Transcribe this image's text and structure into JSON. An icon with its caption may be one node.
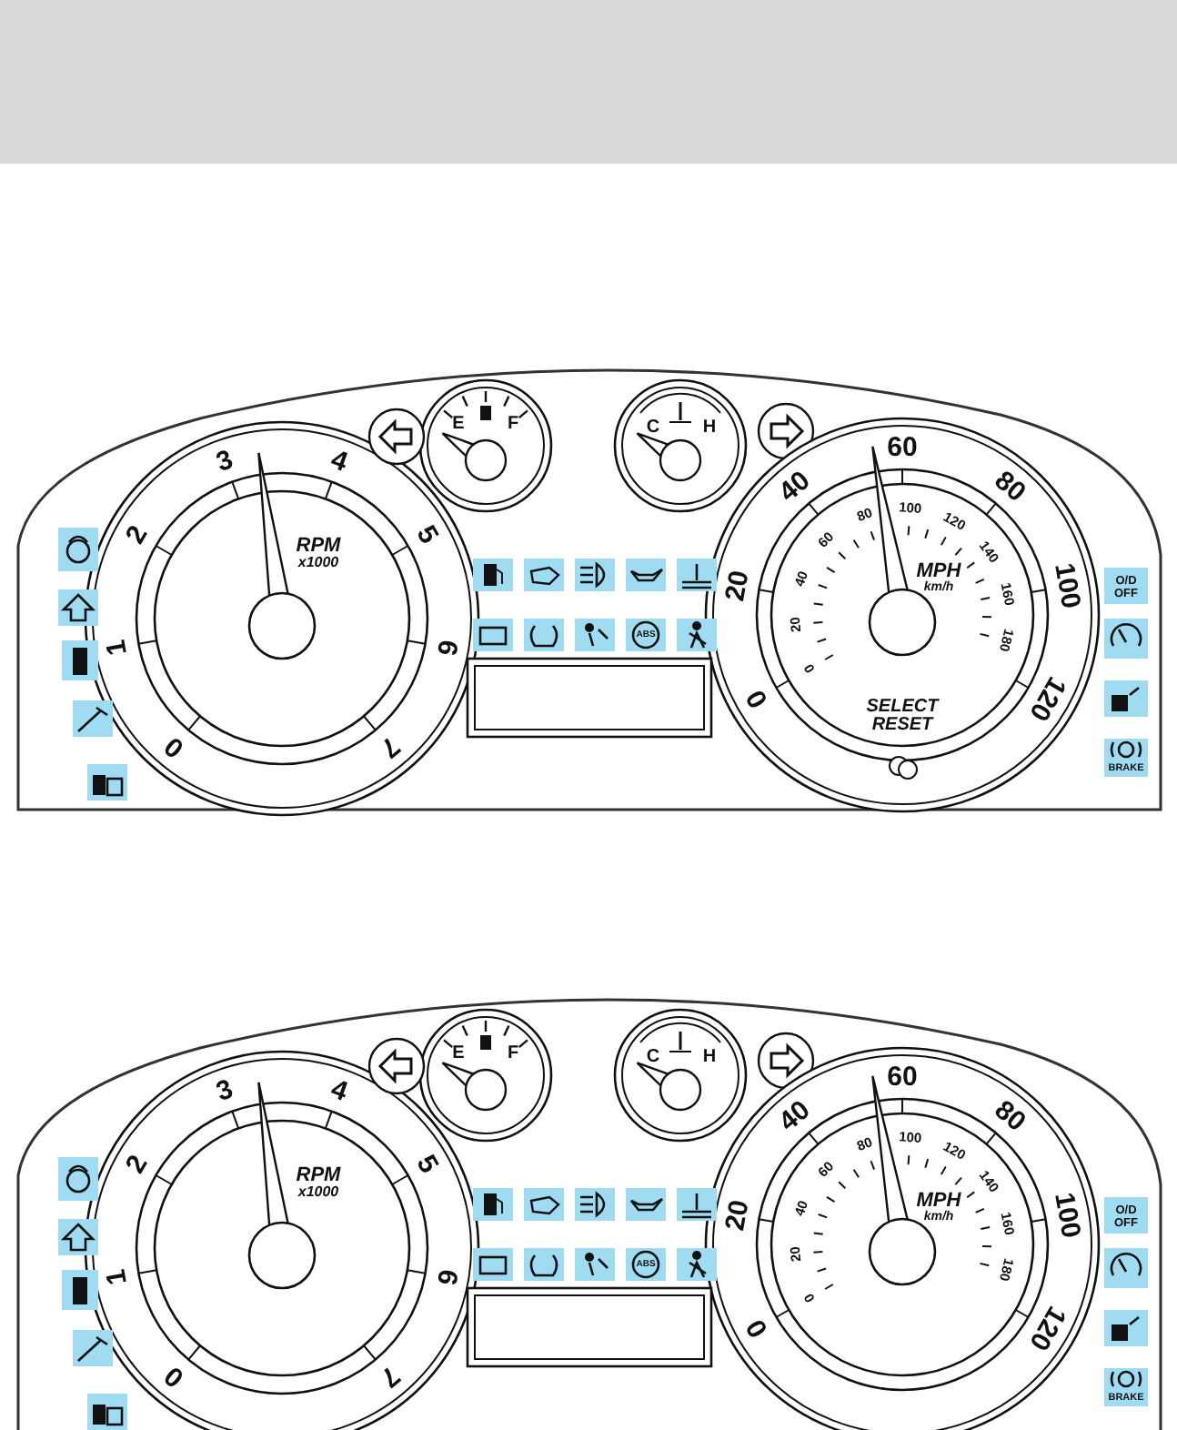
{
  "diagram": {
    "labels": [
      "0",
      "1",
      "2",
      "3",
      "4",
      "5",
      "6",
      "7",
      "RPM",
      "x1000",
      "E",
      "F",
      "C",
      "H",
      "0",
      "20",
      "40",
      "60",
      "80",
      "100",
      "120",
      "MPH",
      "km/h",
      "0",
      "20",
      "40",
      "60",
      "80",
      "100",
      "120",
      "140",
      "160",
      "180",
      "SELECT RESET",
      "ABS",
      "O/D OFF",
      "BRAKE",
      "0",
      "1",
      "2",
      "3",
      "4",
      "5",
      "6",
      "7",
      "RPM",
      "x1000",
      "E",
      "F",
      "C",
      "H",
      "0",
      "20",
      "40",
      "60",
      "80",
      "100",
      "120",
      "MPH",
      "km/h",
      "0",
      "20",
      "40",
      "60",
      "80",
      "100",
      "120",
      "140",
      "160",
      "180",
      "ABS",
      "O/D OFF",
      "BRAKE"
    ]
  }
}
